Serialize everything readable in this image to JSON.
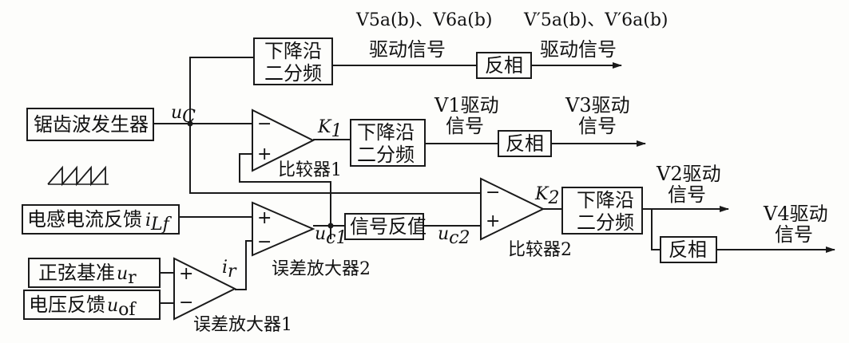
{
  "blocks": {
    "sawtooth_generator": "锯齿波发生器",
    "inductor_current_feedback": "电感电流反馈",
    "sine_reference": "正弦基准",
    "voltage_feedback": "电压反馈",
    "falling_edge_div_1_l1": "下降沿",
    "falling_edge_div_1_l2": "二分频",
    "falling_edge_div_2_l1": "下降沿",
    "falling_edge_div_2_l2": "二分频",
    "falling_edge_div_3_l1": "下降沿",
    "falling_edge_div_3_l2": "二分频",
    "inverter_1": "反相",
    "inverter_2": "反相",
    "inverter_3": "反相",
    "signal_inverse": "信号反值"
  },
  "amplifiers": {
    "comparator_1": "比较器1",
    "comparator_2": "比较器2",
    "error_amp_1": "误差放大器1",
    "error_amp_2": "误差放大器2",
    "plus": "+",
    "minus": "−"
  },
  "symbols": {
    "uC_main": "u",
    "uC_sub": "C",
    "K1_main": "K",
    "K1_sub": "1",
    "K2_main": "K",
    "K2_sub": "2",
    "ir_main": "i",
    "ir_sub": "r",
    "uc1_main": "u",
    "uc1_sub": "c1",
    "uc2_main": "u",
    "uc2_sub": "c2",
    "iLf_main": "i",
    "iLf_sub": "Lf",
    "ur_main": "u",
    "ur_sub": "r",
    "uof_main": "u",
    "uof_sub": "of"
  },
  "outputs": {
    "v56_line": "V5a(b)、V6a(b)",
    "v56_drive": "驱动信号",
    "v56p_line": "V′5a(b)、V′6a(b)",
    "v56p_drive": "驱动信号",
    "v1_l1": "V1驱动",
    "v1_l2": "信号",
    "v3_l1": "V3驱动",
    "v3_l2": "信号",
    "v2_l1": "V2驱动",
    "v2_l2": "信号",
    "v4_l1": "V4驱动",
    "v4_l2": "信号"
  },
  "waveform_label": "sawtooth-waveform"
}
